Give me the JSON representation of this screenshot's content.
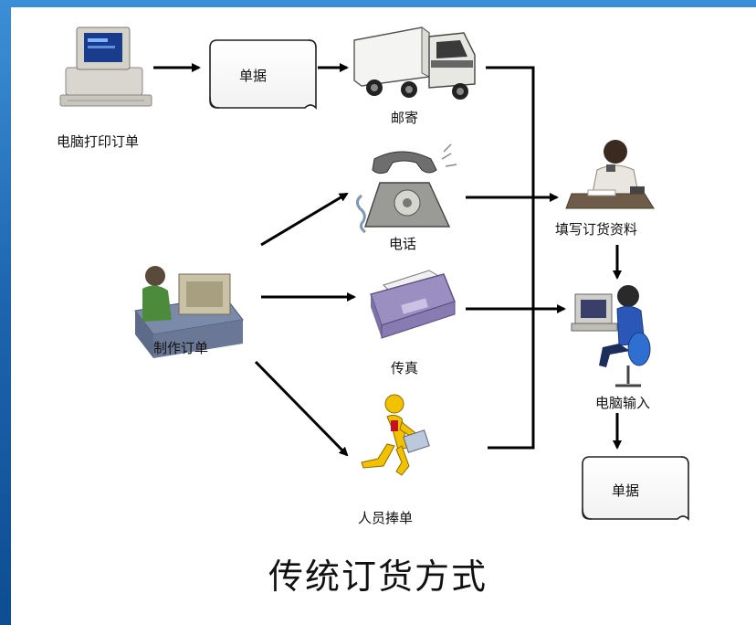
{
  "title": "传统订货方式",
  "nodes": {
    "pc_print": "电脑打印订单",
    "doc_top": "单据",
    "mail": "邮寄",
    "phone": "电话",
    "make_order": "制作订单",
    "fax": "传真",
    "courier": "人员捧单",
    "fill_info": "填写订货资料",
    "pc_input": "电脑输入",
    "doc_bottom": "单据"
  }
}
